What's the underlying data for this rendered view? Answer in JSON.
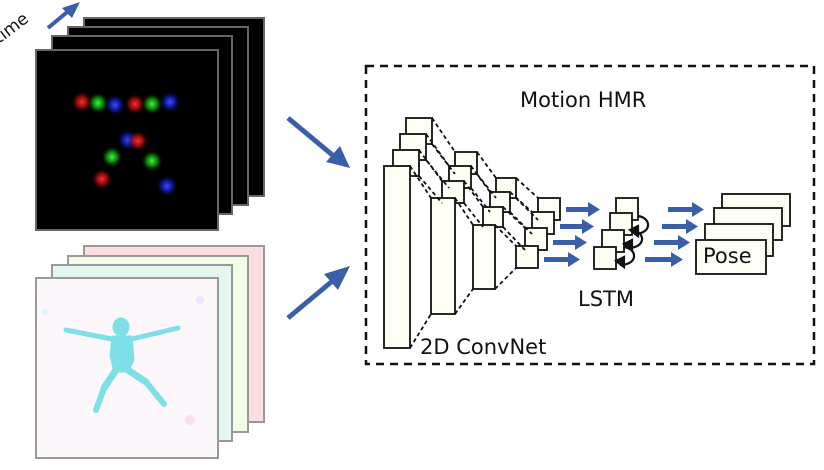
{
  "labels": {
    "title": "Motion HMR",
    "convnet": "2D ConvNet",
    "lstm": "LSTM",
    "pose": "Pose",
    "time": "time"
  },
  "colors": {
    "arrow": "#3a5fa8",
    "box_fill": "#fefef4",
    "frame_border": "#555555",
    "keypoint_red": "#ff2020",
    "keypoint_green": "#20d020",
    "keypoint_blue": "#2030ff"
  }
}
